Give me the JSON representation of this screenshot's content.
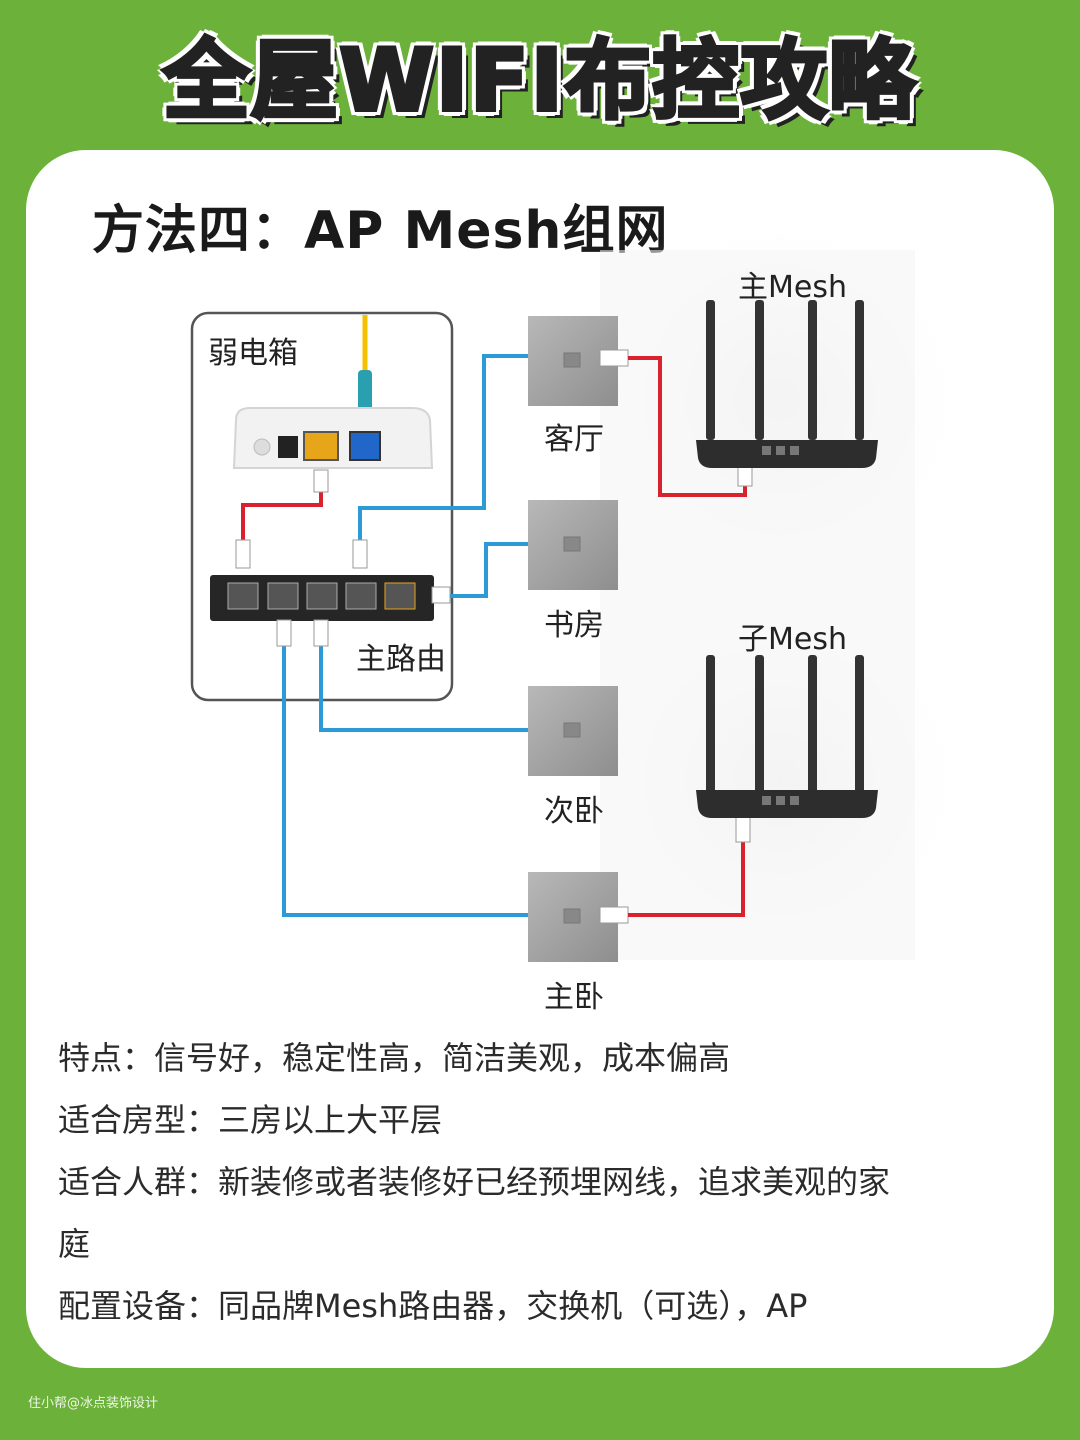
{
  "header": {
    "title": "全屋WIFI布控攻略"
  },
  "section": {
    "title": "方法四：AP Mesh组网"
  },
  "diagram": {
    "box_label": "弱电箱",
    "router_label": "主路由",
    "rooms": [
      "客厅",
      "书房",
      "次卧",
      "主卧"
    ],
    "main_mesh": "主Mesh",
    "sub_mesh": "子Mesh"
  },
  "info": {
    "line1": "特点：信号好，稳定性高，简洁美观，成本偏高",
    "line2": "适合房型：三房以上大平层",
    "line3": "适合人群：新装修或者装修好已经预埋网线，追求美观的家",
    "line4": "庭",
    "line5": "配置设备：同品牌Mesh路由器，交换机（可选），AP"
  },
  "footer": {
    "watermark": "住小帮@冰点装饰设计"
  },
  "colors": {
    "background": "#6cb23a",
    "cable_blue": "#2c9ad6",
    "cable_red": "#d8232f",
    "fiber_yellow": "#f2c200"
  }
}
